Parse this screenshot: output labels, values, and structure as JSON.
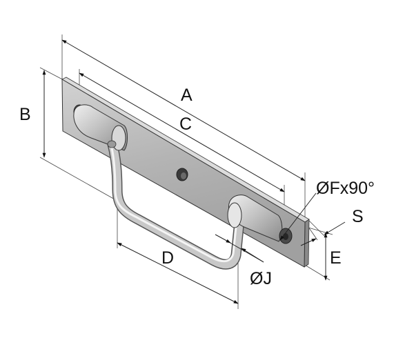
{
  "dimensions": {
    "A": "A",
    "B": "B",
    "C": "C",
    "D": "D",
    "E": "E",
    "S": "S",
    "F": "ØFx90°",
    "J": "ØJ"
  },
  "colors": {
    "plate_face": "#b8b8b8",
    "plate_top": "#dcdcdc",
    "plate_side": "#8a8a8a",
    "knuckle_light": "#e2e2e2",
    "knuckle_dark": "#8c8c8c",
    "handle_light": "#ececec",
    "handle_dark": "#8e8e8e",
    "line": "#222222"
  }
}
